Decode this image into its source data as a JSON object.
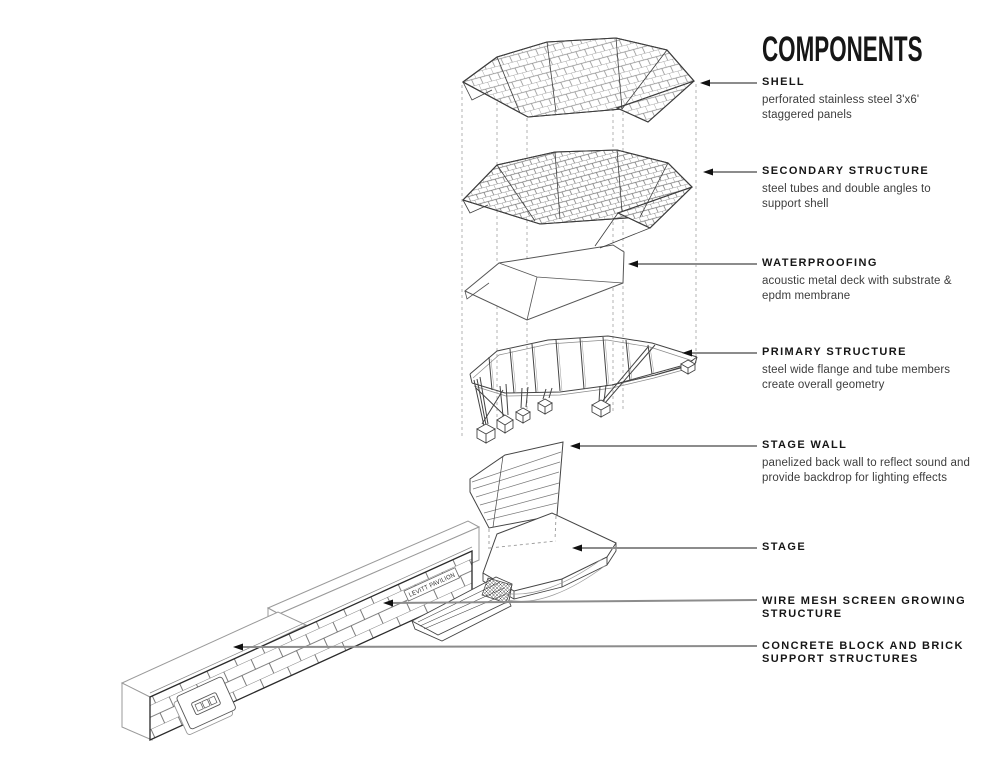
{
  "title": "COMPONENTS",
  "drawing": {
    "sign_text": "LEVITT PAVILION"
  },
  "components": [
    {
      "label": "SHELL",
      "desc": "perforated stainless steel 3'x6'\nstaggered panels"
    },
    {
      "label": "SECONDARY STRUCTURE",
      "desc": "steel tubes and double angles to\nsupport shell"
    },
    {
      "label": "WATERPROOFING",
      "desc": "acoustic metal deck with substrate &\nepdm membrane"
    },
    {
      "label": "PRIMARY STRUCTURE",
      "desc": "steel wide flange and tube members\ncreate overall geometry"
    },
    {
      "label": "STAGE WALL",
      "desc": "panelized back wall to reflect sound and\nprovide backdrop for lighting effects"
    },
    {
      "label": "STAGE",
      "desc": ""
    },
    {
      "label": "WIRE MESH SCREEN GROWING\nSTRUCTURE",
      "desc": ""
    },
    {
      "label": "CONCRETE BLOCK AND BRICK\nSUPPORT STRUCTURES",
      "desc": ""
    }
  ]
}
